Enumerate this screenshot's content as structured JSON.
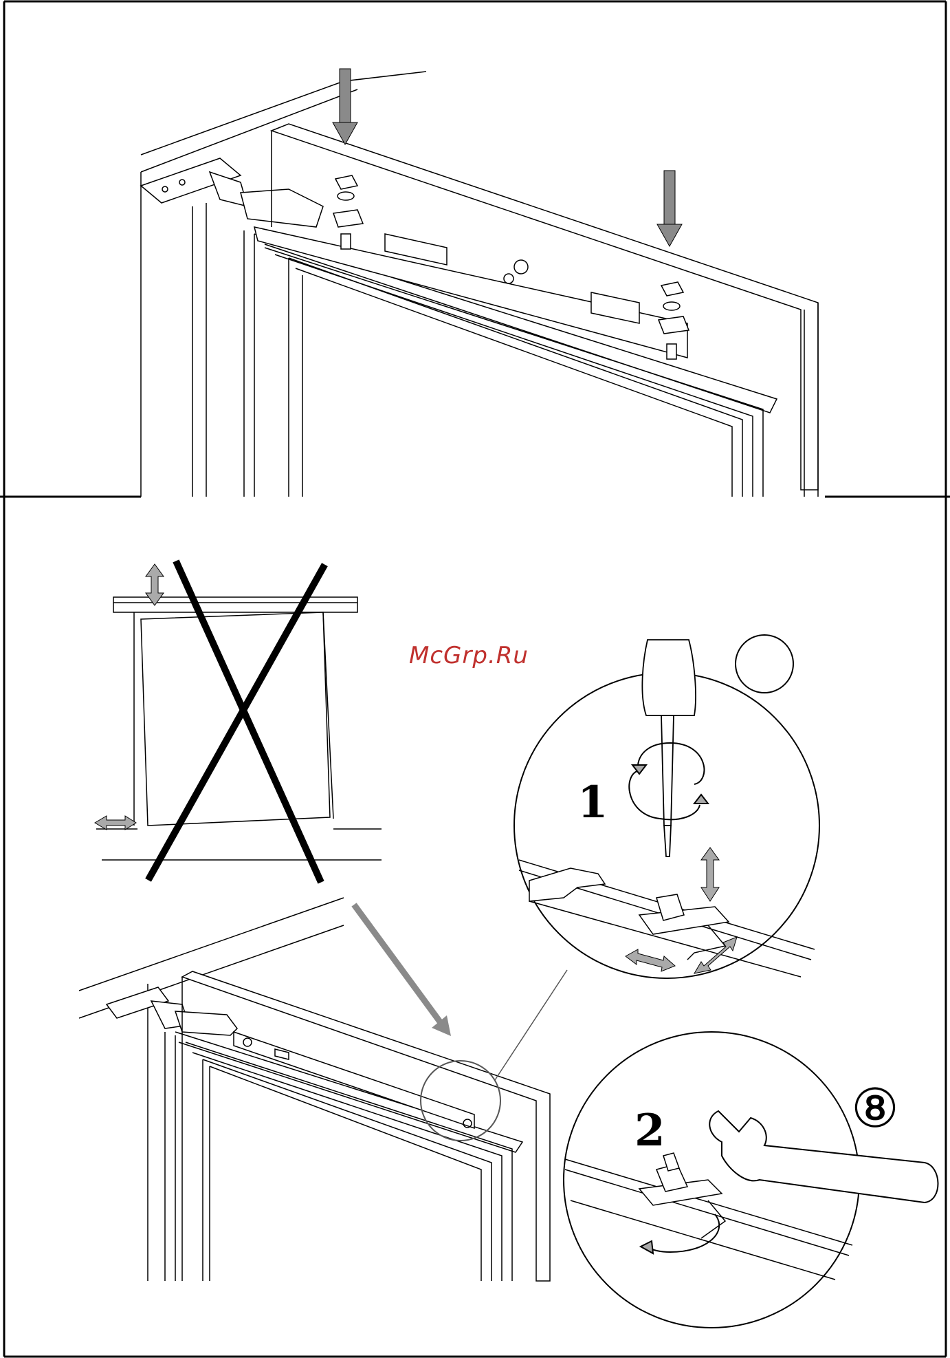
{
  "watermark": "McGrp.Ru",
  "step_number": "⑧",
  "detail_1_label": "1",
  "detail_2_label": "2",
  "colors": {
    "line": "#000000",
    "arrow": "#8a8a8a",
    "watermark": "#c0312e",
    "background": "#ffffff"
  },
  "icons": [
    "down-arrow-icon",
    "double-arrow-icon",
    "screwdriver-icon",
    "wrench-icon",
    "rotation-arrow-icon",
    "cross-mark-icon"
  ]
}
